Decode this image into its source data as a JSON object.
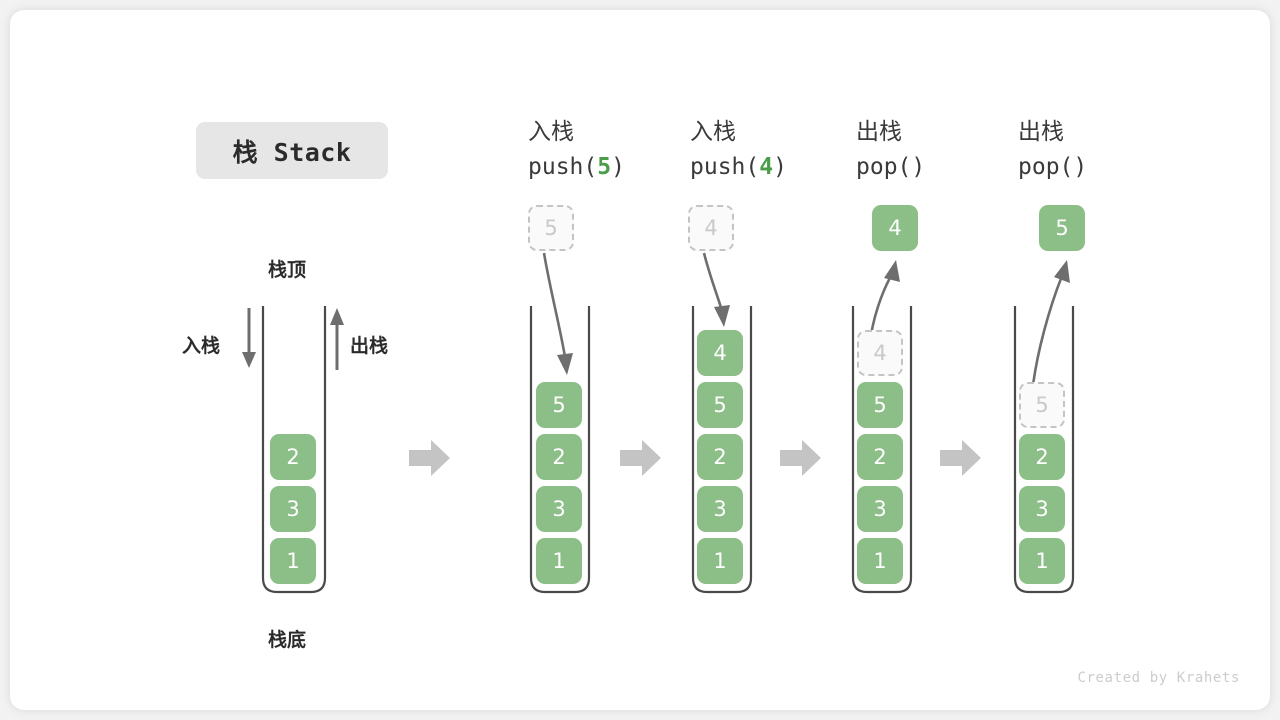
{
  "title_chip": {
    "label": "栈 Stack"
  },
  "first_stack": {
    "top_label": "栈顶",
    "bottom_label": "栈底",
    "push_label": "入栈",
    "pop_label": "出栈",
    "cells": [
      "2",
      "3",
      "1"
    ]
  },
  "columns": [
    {
      "id": "push-5",
      "head_cn": "入栈",
      "head_code_prefix": "push(",
      "head_code_value": "5",
      "head_code_suffix": ")",
      "floating_cell": {
        "value": "5",
        "style": "ghost",
        "position": "above"
      },
      "motion": "down-into-stack",
      "cells": [
        "5",
        "2",
        "3",
        "1"
      ],
      "ghost_cell_index": null
    },
    {
      "id": "push-4",
      "head_cn": "入栈",
      "head_code_prefix": "push(",
      "head_code_value": "4",
      "head_code_suffix": ")",
      "floating_cell": {
        "value": "4",
        "style": "ghost",
        "position": "above"
      },
      "motion": "down-into-stack",
      "cells": [
        "4",
        "5",
        "2",
        "3",
        "1"
      ],
      "ghost_cell_index": null
    },
    {
      "id": "pop-1",
      "head_cn": "出栈",
      "head_code_prefix": "pop(",
      "head_code_value": "",
      "head_code_suffix": ")",
      "floating_cell": {
        "value": "4",
        "style": "solid",
        "position": "above"
      },
      "motion": "up-out-of-stack",
      "cells": [
        "4",
        "5",
        "2",
        "3",
        "1"
      ],
      "ghost_cell_index": 0
    },
    {
      "id": "pop-2",
      "head_cn": "出栈",
      "head_code_prefix": "pop(",
      "head_code_value": "",
      "head_code_suffix": ")",
      "floating_cell": {
        "value": "5",
        "style": "solid",
        "position": "above"
      },
      "motion": "up-out-of-stack",
      "cells": [
        "5",
        "2",
        "3",
        "1"
      ],
      "ghost_cell_index": 0
    }
  ],
  "flow_arrows": [
    "step-arrow-1",
    "step-arrow-2",
    "step-arrow-3",
    "step-arrow-4"
  ],
  "credit": "Created by Krahets",
  "colors": {
    "element_green": "#8bbf87",
    "accent_green_text": "#4a9e4a",
    "chip_background": "#e6e6e6",
    "tube_stroke": "#4a4a4a",
    "ghost_border": "#c4c4c4",
    "flow_arrow": "#c4c4c4",
    "motion_arrow": "#6e6e6e",
    "credit_text": "#cccccc"
  }
}
